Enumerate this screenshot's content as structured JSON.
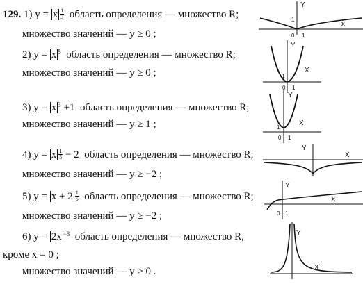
{
  "problem_number": "129.",
  "items": [
    {
      "num": "1)",
      "fn_prefix": "y = ",
      "fn_base": "x",
      "fn_exp_num": "1",
      "fn_exp_den": "3",
      "fn_suffix": "",
      "domain_text": "область определения — множество R;",
      "range_text": "множество значений — y ≥ 0 ;",
      "graph_labels": {
        "y": "Y",
        "x": "X",
        "origin": "0",
        "one_x": "1",
        "one_y": "1"
      }
    },
    {
      "num": "2)",
      "fn_prefix": "y = ",
      "fn_base": "x",
      "fn_exp": "5",
      "fn_suffix": "",
      "domain_text": "область определения — множество R;",
      "range_text": "множество значений — y ≥ 0 ;",
      "graph_labels": {
        "y": "Y",
        "x": "X",
        "origin": "0",
        "one_x": "1",
        "one_y": "1"
      }
    },
    {
      "num": "3)",
      "fn_prefix": "y = ",
      "fn_base": "x",
      "fn_exp": "3",
      "fn_suffix": " +1",
      "domain_text": "область определения — множество R;",
      "range_text": "множество значений — y ≥ 1 ;",
      "graph_labels": {
        "y": "Y",
        "x": "X",
        "origin": "0",
        "one_x": "1",
        "one_y": "1"
      }
    },
    {
      "num": "4)",
      "fn_prefix": "y = ",
      "fn_base": "x",
      "fn_exp_num": "1",
      "fn_exp_den": "5",
      "fn_suffix": " − 2",
      "domain_text": "область определения — множество R;",
      "range_text": "множество значений — y ≥ −2 ;",
      "graph_labels": {
        "y": "Y",
        "x": "X"
      }
    },
    {
      "num": "5)",
      "fn_prefix": "y = ",
      "fn_base": "x + 2",
      "fn_exp_num": "1",
      "fn_exp_den": "5",
      "fn_suffix": "",
      "domain_text": "область определения — множество R;",
      "range_text": "множество значений — y ≥ −2 ;",
      "graph_labels": {
        "y": "Y",
        "x": "X",
        "origin": "0",
        "one_x": "1"
      }
    },
    {
      "num": "6)",
      "fn_prefix": "y = ",
      "fn_base": "2x",
      "fn_exp": "−3",
      "fn_suffix": "",
      "domain_text": "область определения — множество R,",
      "extra_text": "кроме  x = 0 ;",
      "range_text": "множество значений — y > 0 .",
      "graph_labels": {
        "y": "Y",
        "x": "X"
      }
    }
  ]
}
